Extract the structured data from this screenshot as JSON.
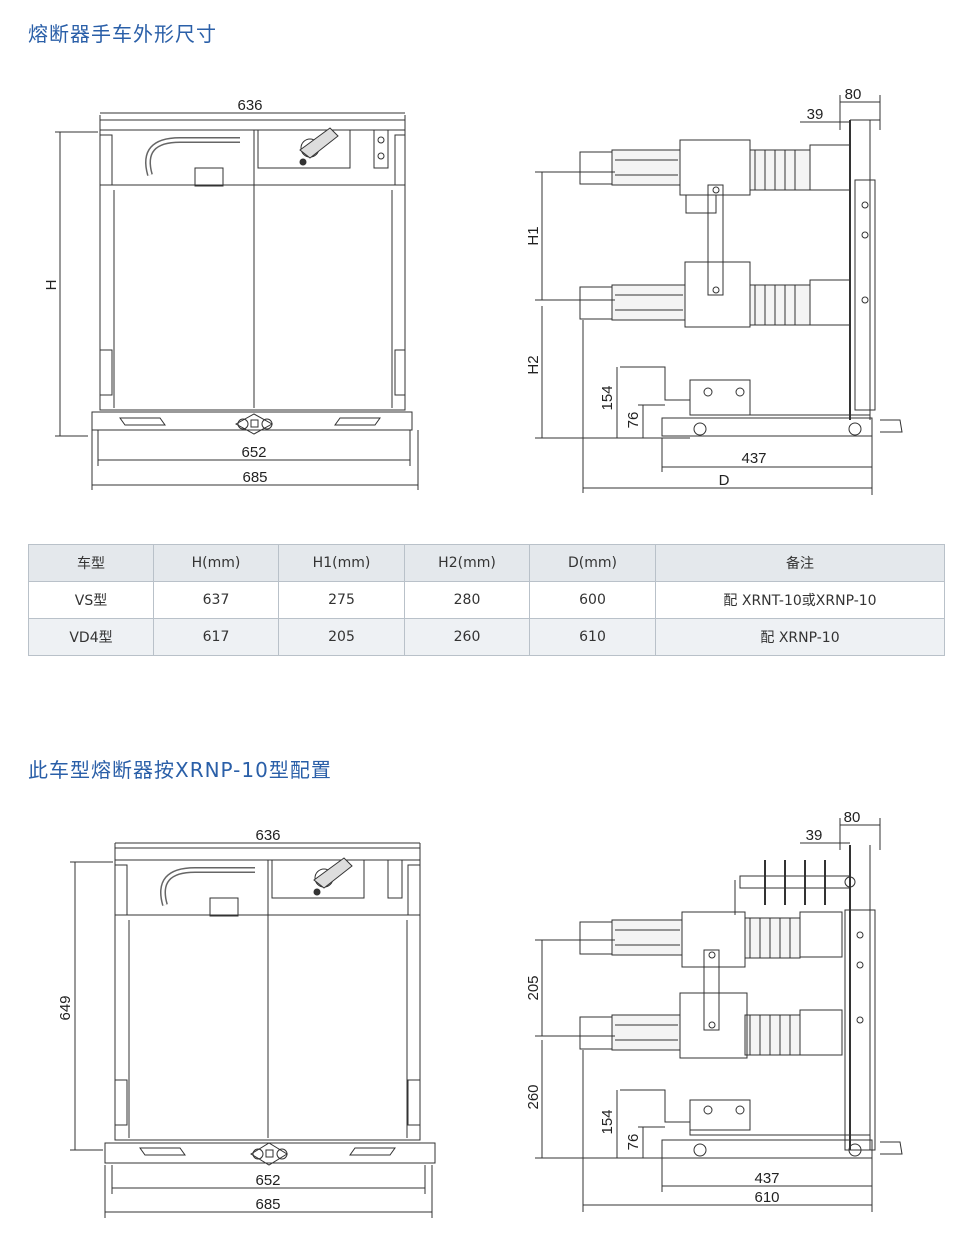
{
  "section1": {
    "title": "熔断器手车外形尺寸",
    "front_dims": {
      "top_width": "636",
      "height": "H",
      "inner_width": "652",
      "outer_width": "685"
    },
    "side_dims": {
      "d80": "80",
      "d39": "39",
      "h1": "H1",
      "h2": "H2",
      "d154": "154",
      "d76": "76",
      "d437": "437",
      "depth": "D"
    }
  },
  "table": {
    "headers": [
      "车型",
      "H(mm)",
      "H1(mm)",
      "H2(mm)",
      "D(mm)",
      "备注"
    ],
    "rows": [
      [
        "VS型",
        "637",
        "275",
        "280",
        "600",
        "配 XRNT-10或XRNP-10"
      ],
      [
        "VD4型",
        "617",
        "205",
        "260",
        "610",
        "配 XRNP-10"
      ]
    ]
  },
  "section2": {
    "title": "此车型熔断器按XRNP-10型配置",
    "front_dims": {
      "top_width": "636",
      "height": "649",
      "inner_width": "652",
      "outer_width": "685"
    },
    "side_dims": {
      "d80": "80",
      "d39": "39",
      "h1": "205",
      "h2": "260",
      "d154": "154",
      "d76": "76",
      "d437": "437",
      "depth": "610"
    }
  },
  "colors": {
    "title": "#2a5fa8",
    "line": "#333333",
    "table_header": "#e4e8ec",
    "table_alt": "#eef1f4",
    "table_border": "#b9c1c9"
  }
}
